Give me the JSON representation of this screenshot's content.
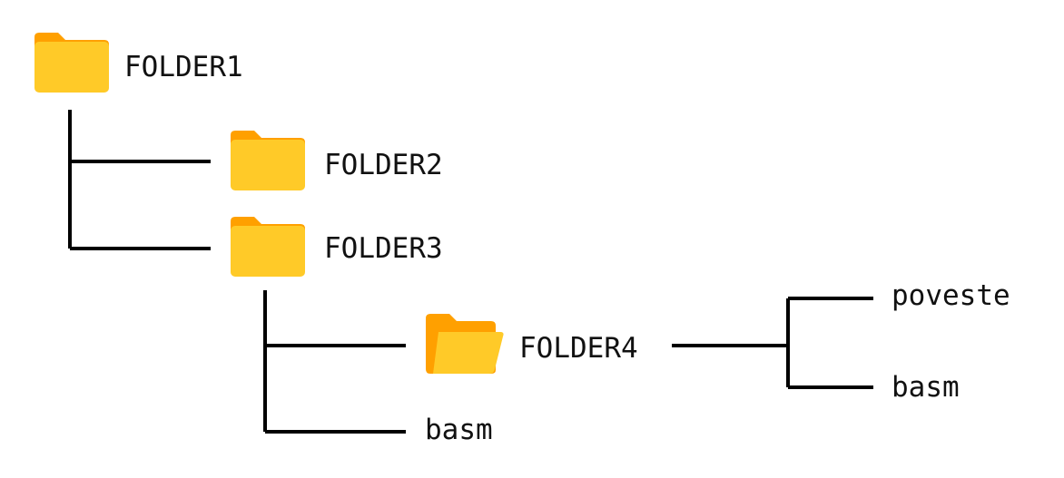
{
  "colors": {
    "folder_body": "#FFCA28",
    "folder_tab": "#FFA000",
    "line": "#000000",
    "text": "#111111"
  },
  "icons": {
    "closed_folder": "folder-icon",
    "open_folder": "folder-open-icon"
  },
  "tree": {
    "folder1": "FOLDER1",
    "folder2": "FOLDER2",
    "folder3": "FOLDER3",
    "folder4": "FOLDER4",
    "folder3_file": "basm",
    "folder4_file1": "poveste",
    "folder4_file2": "basm"
  }
}
